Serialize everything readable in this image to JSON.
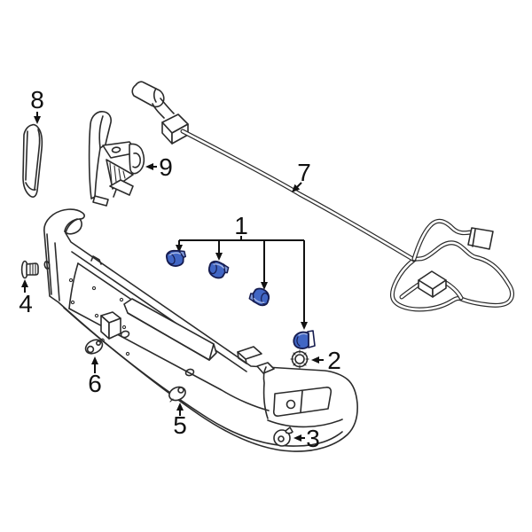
{
  "figure": {
    "type": "parts-diagram",
    "description_text": "",
    "background": "#ffffff",
    "line_color": "#2b2b2b",
    "label_color": "#111111",
    "highlight_fill": "#4166c4",
    "highlight_light": "#7d97d8",
    "highlight_outline": "#161c4f",
    "callouts": [
      {
        "label": "1"
      },
      {
        "label": "2"
      },
      {
        "label": "3"
      },
      {
        "label": "4"
      },
      {
        "label": "5"
      },
      {
        "label": "6"
      },
      {
        "label": "7"
      },
      {
        "label": "8"
      },
      {
        "label": "9"
      }
    ]
  }
}
